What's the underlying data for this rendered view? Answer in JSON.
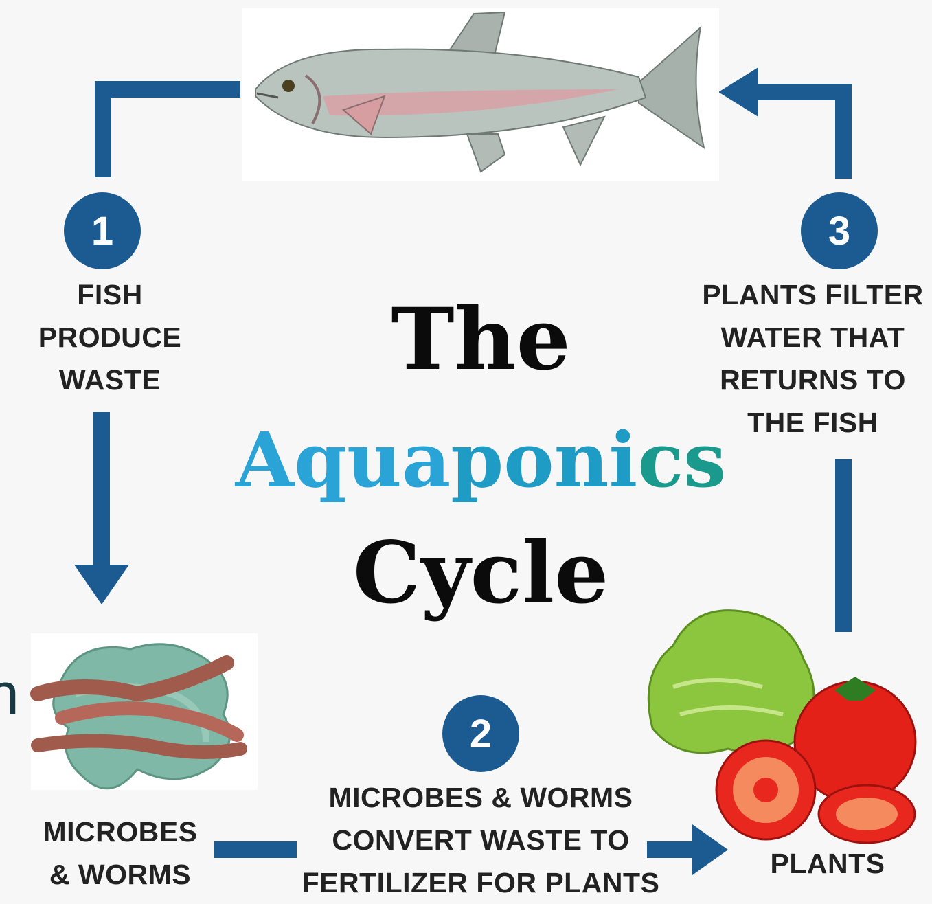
{
  "title": {
    "line1": "The",
    "line2_part1": "Aqua",
    "line2_part2": "poni",
    "line2_part3": "cs",
    "line3": "Cycle"
  },
  "steps": [
    {
      "number": "1",
      "lines": [
        "FISH",
        "PRODUCE",
        "WASTE"
      ]
    },
    {
      "number": "2",
      "lines": [
        "MICROBES & WORMS",
        "CONVERT WASTE TO",
        "FERTILIZER FOR PLANTS"
      ]
    },
    {
      "number": "3",
      "lines": [
        "PLANTS FILTER",
        "WATER THAT",
        "RETURNS TO",
        "THE FISH"
      ]
    }
  ],
  "nodes": {
    "microbes": [
      "MICROBES",
      "& WORMS"
    ],
    "plants": "PLANTS"
  },
  "edge_glyph": "n",
  "colors": {
    "arrow": "#1c5b92",
    "badge": "#1c5b92",
    "title_dark": "#0b0b0b",
    "title_blue": "#2aa4d6",
    "title_teal": "#1a9a8c"
  }
}
